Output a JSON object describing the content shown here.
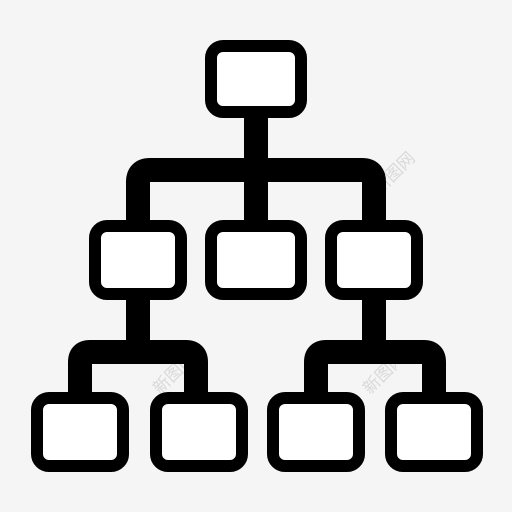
{
  "icon": {
    "name": "hierarchy-org-chart-icon",
    "stroke_color": "#000000",
    "fill_color": "#ffffff",
    "background_color": "#f5f5f5",
    "levels": [
      1,
      3,
      4
    ]
  },
  "watermark": {
    "text": "新图网",
    "color": "#d9d9d9"
  }
}
